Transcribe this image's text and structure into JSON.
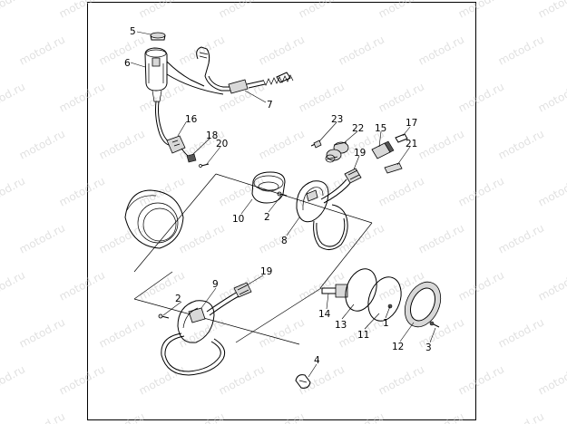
{
  "diagram": {
    "watermark_text": "motod.ru",
    "callouts": [
      {
        "id": "c5",
        "text": "5"
      },
      {
        "id": "c6",
        "text": "6"
      },
      {
        "id": "c7",
        "text": "7"
      },
      {
        "id": "c16",
        "text": "16"
      },
      {
        "id": "c18",
        "text": "18"
      },
      {
        "id": "c20",
        "text": "20"
      },
      {
        "id": "c23",
        "text": "23"
      },
      {
        "id": "c22",
        "text": "22"
      },
      {
        "id": "c15",
        "text": "15"
      },
      {
        "id": "c17",
        "text": "17"
      },
      {
        "id": "c19a",
        "text": "19"
      },
      {
        "id": "c21",
        "text": "21"
      },
      {
        "id": "c10",
        "text": "10"
      },
      {
        "id": "c2a",
        "text": "2"
      },
      {
        "id": "c8",
        "text": "8"
      },
      {
        "id": "c9",
        "text": "9"
      },
      {
        "id": "c19b",
        "text": "19"
      },
      {
        "id": "c2b",
        "text": "2"
      },
      {
        "id": "c14",
        "text": "14"
      },
      {
        "id": "c13",
        "text": "13"
      },
      {
        "id": "c11",
        "text": "11"
      },
      {
        "id": "c1",
        "text": "1"
      },
      {
        "id": "c12",
        "text": "12"
      },
      {
        "id": "c3",
        "text": "3"
      },
      {
        "id": "c4",
        "text": "4"
      }
    ]
  }
}
